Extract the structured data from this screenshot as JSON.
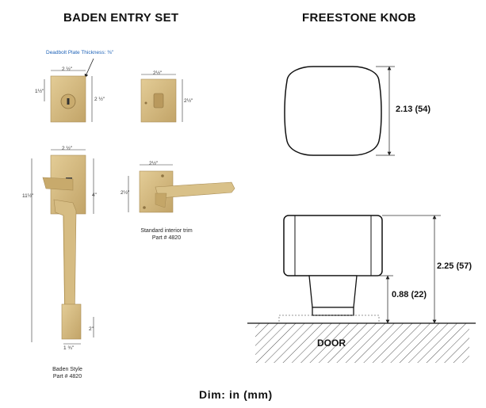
{
  "left_panel": {
    "title": "BADEN ENTRY SET",
    "deadbolt_note": "Deadbolt Plate Thickness: ⅜\"",
    "deadbolt_width": "2 ½\"",
    "deadbolt_cylinder_offset": "1½\"",
    "deadbolt_height": "2 ½\"",
    "interior_plate_width": "2½\"",
    "interior_plate_height": "2½\"",
    "handleset_top_width": "2 ½\"",
    "handleset_overall_height": "11½\"",
    "handleset_top_plate_height": "4\"",
    "handleset_bottom_height": "2\"",
    "handleset_bottom_width": "1 ¾\"",
    "trim_width": "2½\"",
    "trim_height": "2½\"",
    "trim_caption_line1": "Standard interior trim",
    "trim_caption_line2": "Part # 4820",
    "handleset_caption_line1": "Baden Style",
    "handleset_caption_line2": "Part # 4820"
  },
  "right_panel": {
    "title": "FREESTONE KNOB",
    "knob_face_dim": "2.13 (54)",
    "knob_projection_dim": "2.25 (57)",
    "knob_stem_dim": "0.88 (22)",
    "door_label": "DOOR"
  },
  "footer": {
    "units_note": "Dim: in (mm)"
  },
  "colors": {
    "brass": "#d2b67a",
    "brass_dark": "#b8995c",
    "dim_blue": "#1f63b8"
  }
}
